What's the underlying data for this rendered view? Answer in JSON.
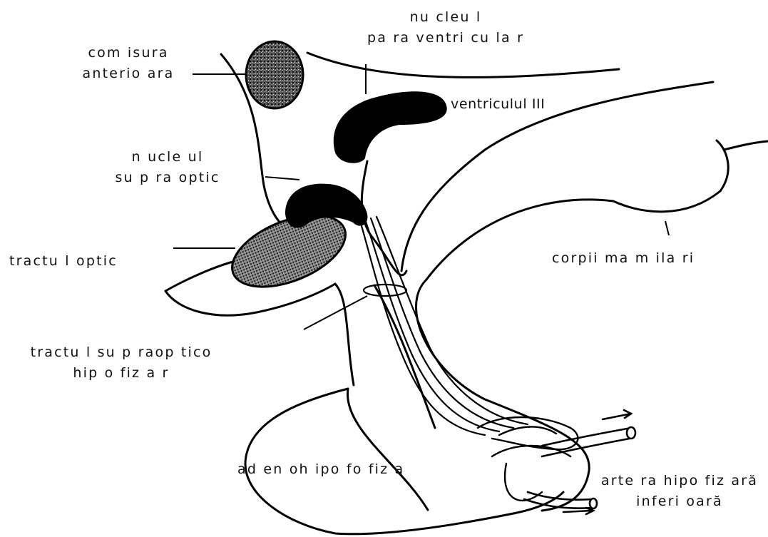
{
  "labels": {
    "comisura": {
      "line1": "com isura",
      "line2": "anterio ara"
    },
    "paraventricular": {
      "line1": "nu cleu l",
      "line2": "pa ra ventri cu la r"
    },
    "ventricul": "ventriculul III",
    "supraoptic": {
      "line1": "n ucle ul",
      "line2": "su p ra optic"
    },
    "tractul_optic": "tractu l optic",
    "corpii": "corpii ma m ila ri",
    "supraoptico": {
      "line1": "tractu l su p raop tico",
      "line2": "hip o fiz a r"
    },
    "adenohipofiza": "ad en oh ipo fo fiz a",
    "artera": {
      "line1": "arte ra hipo fiz ară",
      "line2": "inferi oară"
    }
  }
}
